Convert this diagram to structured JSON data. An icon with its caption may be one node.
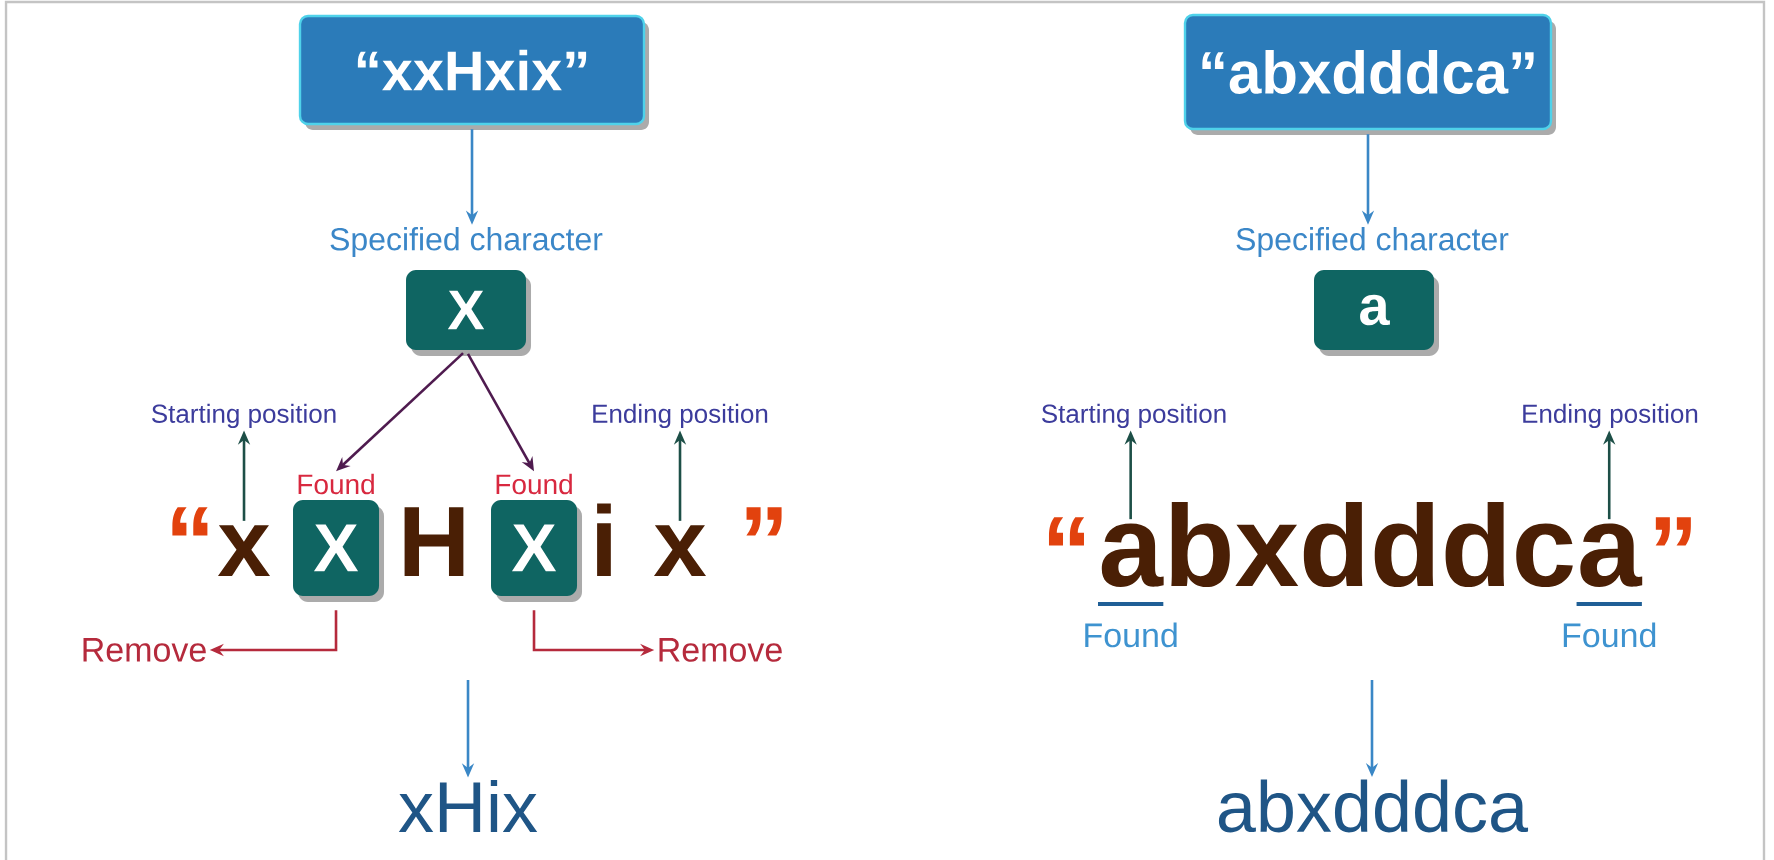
{
  "diagram": {
    "nodes": [
      {
        "text": [
          "“xxHxix”"
        ]
      },
      {
        "text": [
          "Specified character"
        ]
      },
      {
        "text": [
          "X"
        ]
      },
      {
        "text": [
          "Starting position"
        ]
      },
      {
        "text": [
          "Ending position"
        ]
      },
      {
        "text": [
          "x"
        ]
      },
      {
        "text": [
          "X"
        ],
        "beside": [
          "Found"
        ]
      },
      {
        "text": [
          "X"
        ],
        "beside": [
          "Found"
        ]
      },
      {
        "text": [
          "x"
        ]
      },
      {
        "text": [
          "Remove"
        ]
      },
      {
        "text": [
          "Remove"
        ]
      },
      {
        "text": [
          "xHix"
        ]
      },
      {
        "text": [
          "“abxdddca”"
        ]
      },
      {
        "text": [
          "Specified character"
        ]
      },
      {
        "text": [
          "a"
        ]
      },
      {
        "text": [
          "Starting position"
        ]
      },
      {
        "text": [
          "Ending position"
        ]
      },
      {
        "text": [
          "a"
        ],
        "beside": [
          "Found"
        ]
      },
      {
        "text": [
          "a"
        ],
        "beside": [
          "Found"
        ]
      },
      {
        "text": [
          "abxdddca"
        ]
      }
    ],
    "edges": [
      {
        "from": 0,
        "to": 1,
        "arrow": "to",
        "color": "#3a87c6"
      },
      {
        "from": 2,
        "to": 6,
        "arrow": "to",
        "color": "#4f1b4f"
      },
      {
        "from": 2,
        "to": 7,
        "arrow": "to",
        "color": "#4f1b4f"
      },
      {
        "from": 5,
        "to": 3,
        "arrow": "to",
        "color": "#1d4f47"
      },
      {
        "from": 8,
        "to": 4,
        "arrow": "to",
        "color": "#1d4f47"
      },
      {
        "from": 6,
        "to": 9,
        "arrow": "to",
        "color": "#b52a3c"
      },
      {
        "from": 7,
        "to": 10,
        "arrow": "to",
        "color": "#b52a3c"
      },
      {
        "from": null,
        "to": 11,
        "arrow": "to",
        "color": "#3a87c6"
      },
      {
        "from": 12,
        "to": 13,
        "arrow": "to",
        "color": "#3a87c6"
      },
      {
        "from": 17,
        "to": 15,
        "arrow": "to",
        "color": "#1d4f47"
      },
      {
        "from": 18,
        "to": 16,
        "arrow": "to",
        "color": "#1d4f47"
      },
      {
        "from": null,
        "to": 19,
        "arrow": "to",
        "color": "#3a87c6"
      }
    ],
    "labels": [
      "“",
      "H",
      "i",
      "”",
      "“",
      "bxdddc",
      "”"
    ]
  }
}
